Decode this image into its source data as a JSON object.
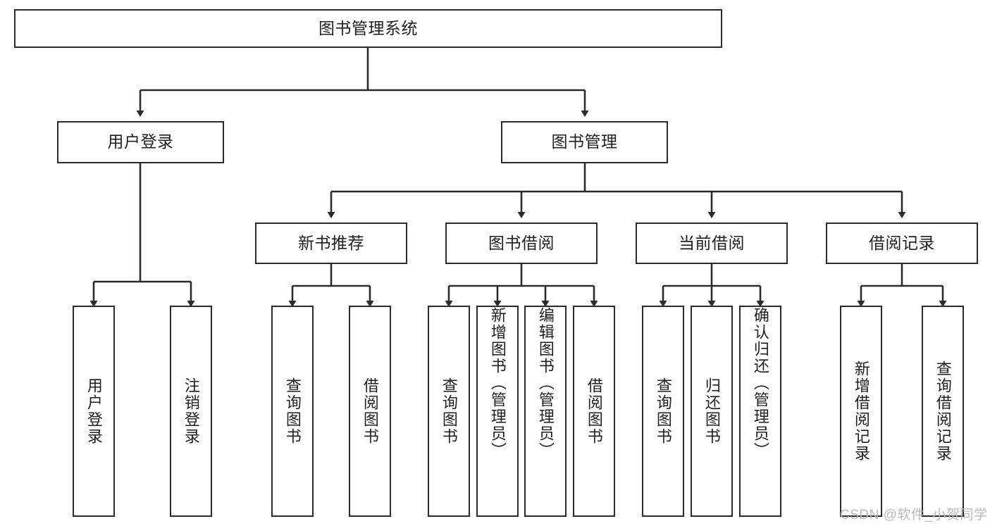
{
  "diagram": {
    "type": "tree-hierarchy",
    "title": "图书管理系统",
    "watermark": "CSDN @软件_小贺同学",
    "colors": {
      "box_border": "#2b2b2b",
      "box_fill": "#ffffff",
      "connector": "#2b2b2b",
      "text": "#1f1f1f",
      "watermark": "#b9b9b9",
      "background": "#ffffff"
    },
    "nodes": {
      "root": {
        "label": "图书管理系统",
        "level": 1
      },
      "level2": [
        {
          "id": "user-login",
          "label": "用户登录"
        },
        {
          "id": "book-manage",
          "label": "图书管理"
        }
      ],
      "level3": [
        {
          "id": "new-book-recommend",
          "label": "新书推荐",
          "parent": "book-manage"
        },
        {
          "id": "book-borrow",
          "label": "图书借阅",
          "parent": "book-manage"
        },
        {
          "id": "current-borrow",
          "label": "当前借阅",
          "parent": "book-manage"
        },
        {
          "id": "borrow-record",
          "label": "借阅记录",
          "parent": "book-manage"
        }
      ],
      "leaves": [
        {
          "id": "leaf-user-login",
          "label": "用户登录",
          "parent": "user-login"
        },
        {
          "id": "leaf-logout-login",
          "label": "注销登录",
          "parent": "user-login"
        },
        {
          "id": "leaf-query-book-1",
          "label": "查询图书",
          "parent": "new-book-recommend"
        },
        {
          "id": "leaf-borrow-book-1",
          "label": "借阅图书",
          "parent": "new-book-recommend"
        },
        {
          "id": "leaf-query-book-2",
          "label": "查询图书",
          "parent": "book-borrow"
        },
        {
          "id": "leaf-add-book",
          "label": "新增图书（管理员）",
          "parent": "book-borrow"
        },
        {
          "id": "leaf-edit-book",
          "label": "编辑图书（管理员）",
          "parent": "book-borrow"
        },
        {
          "id": "leaf-borrow-book-2",
          "label": "借阅图书",
          "parent": "book-borrow"
        },
        {
          "id": "leaf-query-book-3",
          "label": "查询图书",
          "parent": "current-borrow"
        },
        {
          "id": "leaf-return-book",
          "label": "归还图书",
          "parent": "current-borrow"
        },
        {
          "id": "leaf-confirm-return",
          "label": "确认归还（管理员）",
          "parent": "current-borrow"
        },
        {
          "id": "leaf-add-record",
          "label": "新增借阅记录",
          "parent": "borrow-record"
        },
        {
          "id": "leaf-query-record",
          "label": "查询借阅记录",
          "parent": "borrow-record"
        }
      ]
    }
  }
}
